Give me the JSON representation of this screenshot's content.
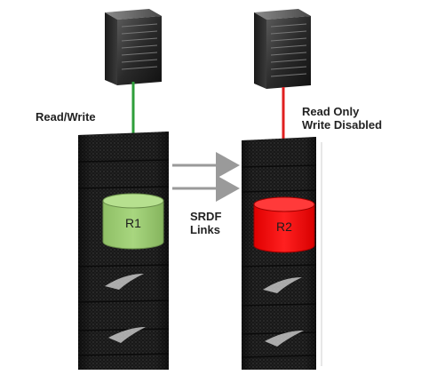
{
  "labels": {
    "left_access": "Read/Write",
    "right_access_line1": "Read Only",
    "right_access_line2": "Write Disabled",
    "links_line1": "SRDF",
    "links_line2": "Links"
  },
  "devices": {
    "r1": {
      "label": "R1",
      "color": "#9fcf76"
    },
    "r2": {
      "label": "R2",
      "color": "#ff1010"
    }
  },
  "connections": {
    "left_color": "#2e9e3a",
    "right_color": "#e02020",
    "arrow_color": "#9a9a9a"
  },
  "icons": {
    "host_left": "server-tower-icon",
    "host_right": "server-tower-icon",
    "array_left": "storage-array-icon",
    "array_right": "storage-array-icon"
  }
}
